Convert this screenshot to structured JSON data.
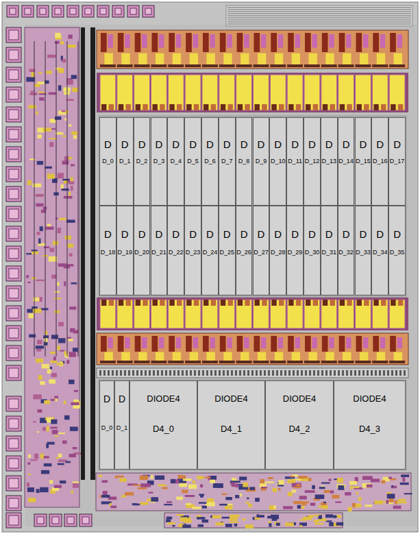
{
  "diagram": {
    "nodes": [
      {
        "text": [
          "D",
          "D_0"
        ]
      },
      {
        "text": [
          "D",
          "D_1"
        ]
      },
      {
        "text": [
          "D",
          "D_2"
        ]
      },
      {
        "text": [
          "D",
          "D_3"
        ]
      },
      {
        "text": [
          "D",
          "D_4"
        ]
      },
      {
        "text": [
          "D",
          "D_5"
        ]
      },
      {
        "text": [
          "D",
          "D_6"
        ]
      },
      {
        "text": [
          "D",
          "D_7"
        ]
      },
      {
        "text": [
          "D",
          "D_8"
        ]
      },
      {
        "text": [
          "D",
          "D_9"
        ]
      },
      {
        "text": [
          "D",
          "D_10"
        ]
      },
      {
        "text": [
          "D",
          "D_11"
        ]
      },
      {
        "text": [
          "D",
          "D_12"
        ]
      },
      {
        "text": [
          "D",
          "D_13"
        ]
      },
      {
        "text": [
          "D",
          "D_14"
        ]
      },
      {
        "text": [
          "D",
          "D_15"
        ]
      },
      {
        "text": [
          "D",
          "D_16"
        ]
      },
      {
        "text": [
          "D",
          "D_17"
        ]
      },
      {
        "text": [
          "D",
          "D_18"
        ]
      },
      {
        "text": [
          "D",
          "D_19"
        ]
      },
      {
        "text": [
          "D",
          "D_20"
        ]
      },
      {
        "text": [
          "D",
          "D_21"
        ]
      },
      {
        "text": [
          "D",
          "D_22"
        ]
      },
      {
        "text": [
          "D",
          "D_23"
        ]
      },
      {
        "text": [
          "D",
          "D_24"
        ]
      },
      {
        "text": [
          "D",
          "D_25"
        ]
      },
      {
        "text": [
          "D",
          "D_26"
        ]
      },
      {
        "text": [
          "D",
          "D_27"
        ]
      },
      {
        "text": [
          "D",
          "D_28"
        ]
      },
      {
        "text": [
          "D",
          "D_29"
        ]
      },
      {
        "text": [
          "D",
          "D_30"
        ]
      },
      {
        "text": [
          "D",
          "D_31"
        ]
      },
      {
        "text": [
          "D",
          "D_32"
        ]
      },
      {
        "text": [
          "D",
          "D_33"
        ]
      },
      {
        "text": [
          "D",
          "D_34"
        ]
      },
      {
        "text": [
          "D",
          "D_35"
        ]
      },
      {
        "text": [
          "D",
          "D_0"
        ]
      },
      {
        "text": [
          "D",
          "D_1"
        ]
      },
      {
        "text": [
          "DIODE4",
          "D4_0"
        ]
      },
      {
        "text": [
          "DIODE4",
          "D4_1"
        ]
      },
      {
        "text": [
          "DIODE4",
          "D4_2"
        ]
      },
      {
        "text": [
          "DIODE4",
          "D4_3"
        ]
      }
    ]
  }
}
